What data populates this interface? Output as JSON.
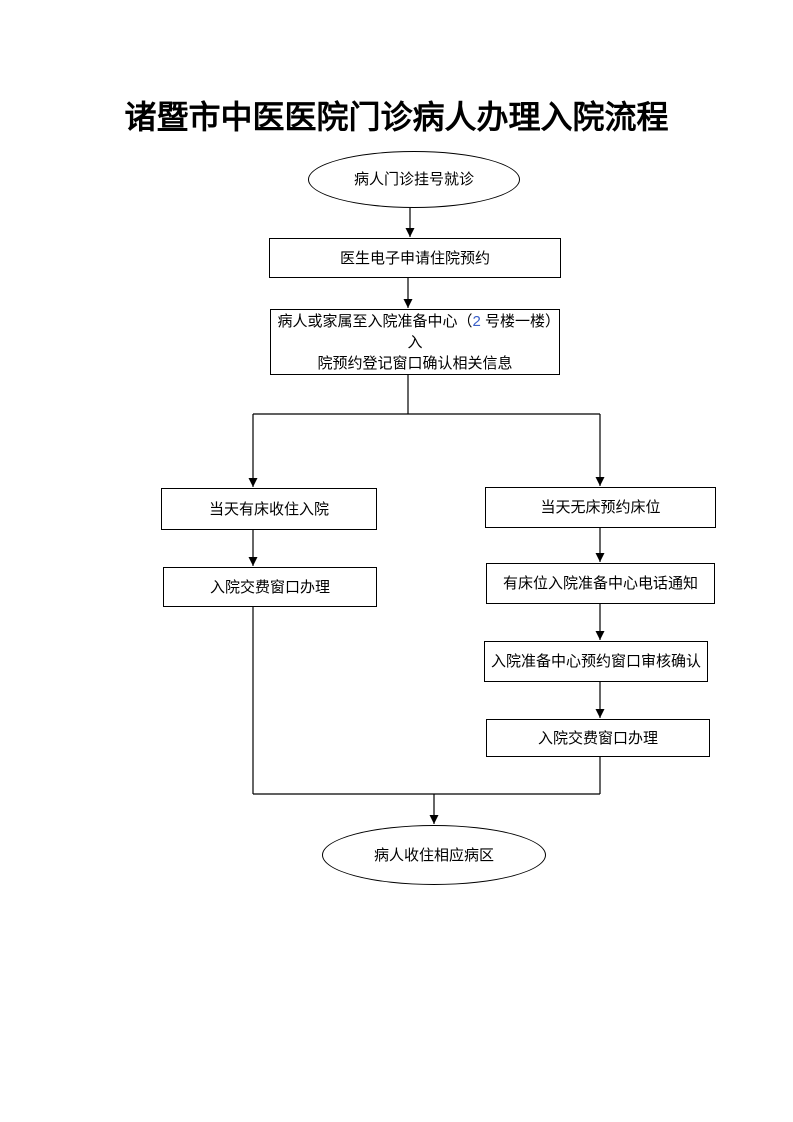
{
  "title": "诸暨市中医医院门诊病人办理入院流程",
  "flowchart": {
    "start": {
      "label": "病人门诊挂号就诊"
    },
    "steps": {
      "doctor_apply": "医生电子申请住院预约",
      "confirm_info": {
        "line1_pre": "病人或家属至入院准备中心（",
        "building_number": "2",
        "line1_post": " 号楼一楼）入",
        "line2": "院预约登记窗口确认相关信息"
      },
      "left_branch": [
        "当天有床收住入院",
        "入院交费窗口办理"
      ],
      "right_branch": [
        "当天无床预约床位",
        "有床位入院准备中心电话通知",
        "入院准备中心预约窗口审核确认",
        "入院交费窗口办理"
      ]
    },
    "end": {
      "label": "病人收住相应病区"
    }
  },
  "colors": {
    "line": "#000000",
    "text": "#000000",
    "box_background": "#ffffff",
    "building_number_accent": "#3A5FC8"
  }
}
